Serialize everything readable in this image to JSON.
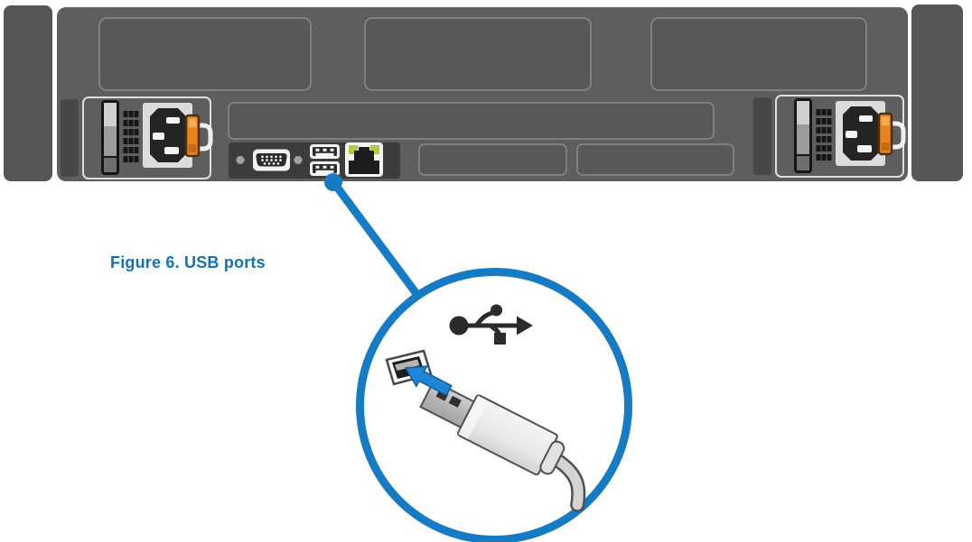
{
  "figure": {
    "caption": "Figure 6. USB ports",
    "subject": "rear-view-of-rack-server-highlighting-usb-ports"
  },
  "callout": {
    "target": "usb-ports",
    "icon": "usb-trident-icon",
    "illustration": [
      "usb-receptacle",
      "insert-arrow",
      "usb-type-a-connector-with-cable"
    ]
  },
  "rear_panel": {
    "ports": [
      "vga-port",
      "usb-port-top",
      "usb-port-bottom",
      "ethernet-port"
    ],
    "power_supplies": [
      "psu-left",
      "psu-right"
    ],
    "expansion_slots": [
      "riser-slot-1",
      "riser-slot-2",
      "riser-slot-3",
      "wide-slot",
      "slot-filler-1",
      "slot-filler-2"
    ]
  },
  "colors": {
    "accent_blue": "#147bc4",
    "caption_blue": "#1371ba",
    "chassis_gray": "#5e5e5e",
    "io_panel_gray": "#3c3c3c",
    "psu_latch_orange": "#e8831d",
    "ethernet_led_green": "#b6c83c",
    "background": "#ffffff"
  }
}
